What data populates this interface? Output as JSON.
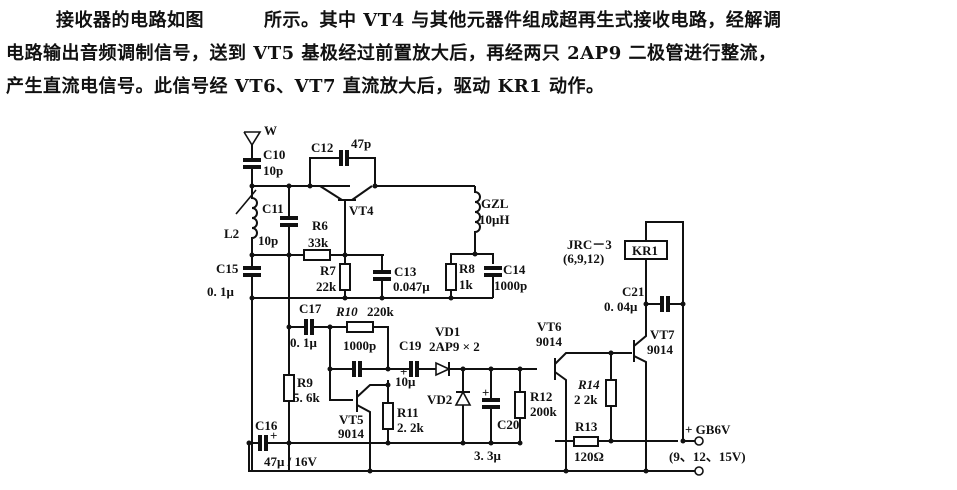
{
  "text": {
    "line1_a": "接收器的电路如图",
    "line1_b": "所示。其中 VT4 与其他元器件组成超再生式接收电路，经解调",
    "line2": "电路输出音频调制信号，送到 VT5 基极经过前置放大后，再经两只 2AP9 二极管进行整流，",
    "line3": "产生直流电信号。此信号经 VT6、VT7 直流放大后，驱动 KR1 动作。"
  },
  "schematic": {
    "antenna": {
      "label": "W",
      "icon": "antenna-icon"
    },
    "components": {
      "C10": {
        "ref": "C10",
        "value": "10p"
      },
      "C11": {
        "ref": "C11",
        "value": "10p"
      },
      "L2": {
        "ref": "L2"
      },
      "C12": {
        "ref": "C12",
        "value": "47p"
      },
      "VT4": {
        "ref": "VT4"
      },
      "GZL": {
        "ref": "GZL",
        "value": "10μH"
      },
      "R6": {
        "ref": "R6",
        "value": "33k"
      },
      "R7": {
        "ref": "R7",
        "value": "22k"
      },
      "C13": {
        "ref": "C13",
        "value": "0.047μ"
      },
      "R8": {
        "ref": "R8",
        "value": "1k"
      },
      "C14": {
        "ref": "C14",
        "value": "1000p"
      },
      "C15": {
        "ref": "C15",
        "value": "0. 1μ"
      },
      "C17": {
        "ref": "C17",
        "value": "0. 1μ"
      },
      "R10": {
        "ref": "R10",
        "value": "220k"
      },
      "C18": {
        "value": "1000p"
      },
      "C19": {
        "ref": "C19",
        "value": "10μ"
      },
      "VD1": {
        "ref": "VD1",
        "value": "2AP9 × 2"
      },
      "VD2": {
        "ref": "VD2"
      },
      "C20": {
        "ref": "C20",
        "value": "3. 3μ"
      },
      "R12": {
        "ref": "R12",
        "value": "200k"
      },
      "R9": {
        "ref": "R9",
        "value": "5. 6k"
      },
      "VT5": {
        "ref": "VT5",
        "value": "9014"
      },
      "R11": {
        "ref": "R11",
        "value": "2. 2k"
      },
      "C16": {
        "ref": "C16",
        "value": "47μ / 16V",
        "polarity": "+"
      },
      "VT6": {
        "ref": "VT6",
        "value": "9014"
      },
      "R14": {
        "ref": "R14",
        "value": "2 2k"
      },
      "R13": {
        "ref": "R13",
        "value": "120Ω"
      },
      "VT7": {
        "ref": "VT7",
        "value": "9014"
      },
      "C21": {
        "ref": "C21",
        "value": "0. 04μ"
      },
      "KR1": {
        "ref": "KR1",
        "type": "JRC－3",
        "spec": "(6,9,12)"
      }
    },
    "power": {
      "label": "+ GB6V",
      "alt": "(9、12、15V)"
    },
    "plus_sign": "+"
  }
}
